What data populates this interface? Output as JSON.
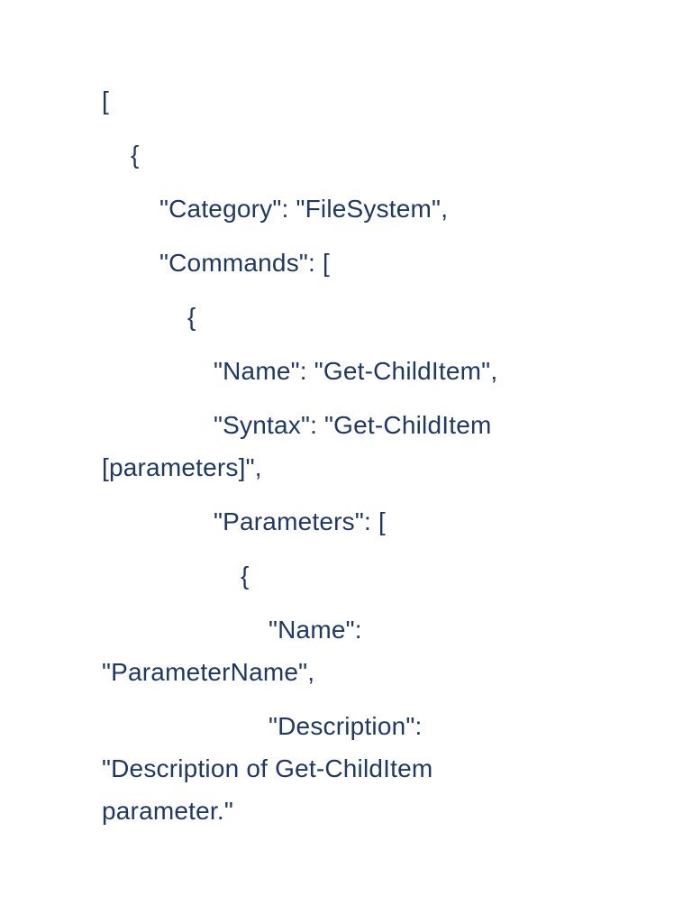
{
  "page": {
    "background_color": "#ffffff",
    "text_color": "#1f3864",
    "kind": "document-page-with-json-code-listing"
  },
  "document": {
    "language": "json",
    "lines": [
      {
        "text": "[",
        "indent_level": 0,
        "wrap_continuation": false
      },
      {
        "text": "{",
        "indent_level": 1,
        "wrap_continuation": false
      },
      {
        "text": "\"Category\": \"FileSystem\",",
        "indent_level": 2,
        "wrap_continuation": false
      },
      {
        "text": "\"Commands\": [",
        "indent_level": 2,
        "wrap_continuation": false
      },
      {
        "text": "{",
        "indent_level": 3,
        "wrap_continuation": false
      },
      {
        "text": "\"Name\": \"Get-ChildItem\",",
        "indent_level": 4,
        "wrap_continuation": false
      },
      {
        "text": "\"Syntax\": \"Get-ChildItem",
        "indent_level": 4,
        "wrap_continuation": false
      },
      {
        "text": "[parameters]\",",
        "indent_level": 0,
        "wrap_continuation": true
      },
      {
        "text": "\"Parameters\": [",
        "indent_level": 4,
        "wrap_continuation": false
      },
      {
        "text": "{",
        "indent_level": 5,
        "wrap_continuation": false
      },
      {
        "text": "\"Name\":",
        "indent_level": 6,
        "wrap_continuation": false
      },
      {
        "text": "\"ParameterName\",",
        "indent_level": 0,
        "wrap_continuation": true
      },
      {
        "text": "\"Description\":",
        "indent_level": 6,
        "wrap_continuation": false
      },
      {
        "text": "\"Description of Get-ChildItem",
        "indent_level": 0,
        "wrap_continuation": true
      },
      {
        "text": "parameter.\"",
        "indent_level": 0,
        "wrap_continuation": true
      }
    ]
  }
}
